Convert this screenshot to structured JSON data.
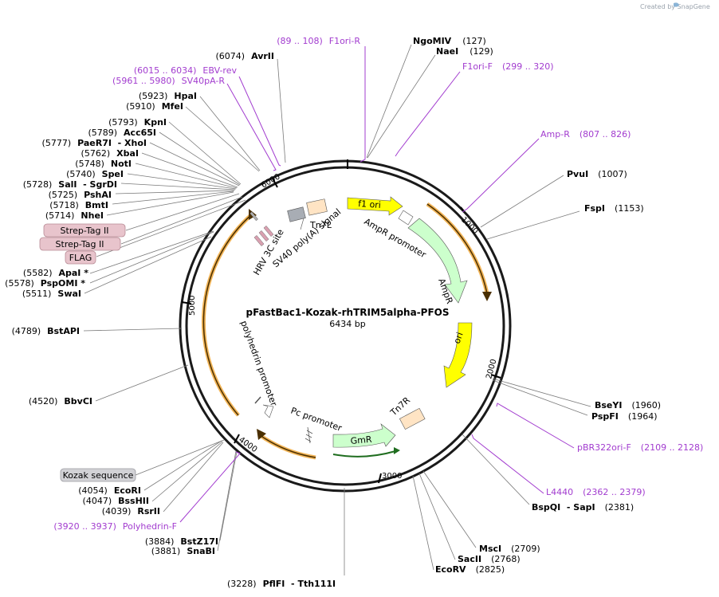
{
  "watermark": "Created by SnapGene",
  "plasmid": {
    "name": "pFastBac1-Kozak-rhTRIM5alpha-PFOS",
    "length": "6434 bp",
    "bp": 6434
  },
  "ticks": [
    {
      "label": "1000",
      "pos": 1000
    },
    {
      "label": "2000",
      "pos": 2000
    },
    {
      "label": "3000",
      "pos": 3000
    },
    {
      "label": "4000",
      "pos": 4000
    },
    {
      "label": "5000",
      "pos": 5000
    },
    {
      "label": "6000",
      "pos": 6000
    }
  ],
  "enzymes": [
    {
      "name": "NgoMIV",
      "pos": "(127)"
    },
    {
      "name": "NaeI",
      "pos": "(129)"
    },
    {
      "name": "PvuI",
      "pos": "(1007)"
    },
    {
      "name": "FspI",
      "pos": "(1153)"
    },
    {
      "name": "BseYI",
      "pos": "(1960)"
    },
    {
      "name": "PspFI",
      "pos": "(1964)"
    },
    {
      "name": "BspQI  - SapI",
      "pos": "(2381)"
    },
    {
      "name": "MscI",
      "pos": "(2709)"
    },
    {
      "name": "SacII",
      "pos": "(2768)"
    },
    {
      "name": "EcoRV",
      "pos": "(2825)"
    },
    {
      "name": "PflFI  - Tth111I",
      "pos": "(3228)"
    },
    {
      "name": "BstZ17I",
      "pos": "(3884)"
    },
    {
      "name": "SnaBI",
      "pos": "(3881)"
    },
    {
      "name": "EcoRI",
      "pos": "(4054)"
    },
    {
      "name": "BssHII",
      "pos": "(4047)"
    },
    {
      "name": "RsrII",
      "pos": "(4039)"
    },
    {
      "name": "BbvCI",
      "pos": "(4520)"
    },
    {
      "name": "BstAPI",
      "pos": "(4789)"
    },
    {
      "name": "ApaI *",
      "pos": "(5582)"
    },
    {
      "name": "PspOMI *",
      "pos": "(5578)"
    },
    {
      "name": "SwaI",
      "pos": "(5511)"
    },
    {
      "name": "NheI",
      "pos": "(5714)"
    },
    {
      "name": "BmtI",
      "pos": "(5718)"
    },
    {
      "name": "PshAI",
      "pos": "(5725)"
    },
    {
      "name": "SalI  - SgrDI",
      "pos": "(5728)"
    },
    {
      "name": "SpeI",
      "pos": "(5740)"
    },
    {
      "name": "NotI",
      "pos": "(5748)"
    },
    {
      "name": "XbaI",
      "pos": "(5762)"
    },
    {
      "name": "PaeR7I  - XhoI",
      "pos": "(5777)"
    },
    {
      "name": "Acc65I",
      "pos": "(5789)"
    },
    {
      "name": "KpnI",
      "pos": "(5793)"
    },
    {
      "name": "MfeI",
      "pos": "(5910)"
    },
    {
      "name": "HpaI",
      "pos": "(5923)"
    },
    {
      "name": "AvrII",
      "pos": "(6074)"
    }
  ],
  "primers": [
    {
      "name": "F1ori-R",
      "range": "(89 .. 108)"
    },
    {
      "name": "F1ori-F",
      "range": "(299 .. 320)"
    },
    {
      "name": "Amp-R",
      "range": "(807 .. 826)"
    },
    {
      "name": "pBR322ori-F",
      "range": "(2109 .. 2128)"
    },
    {
      "name": "L4440",
      "range": "(2362 .. 2379)"
    },
    {
      "name": "Polyhedrin-F",
      "range": "(3920 .. 3937)"
    },
    {
      "name": "SV40pA-R",
      "range": "(5961 .. 5980)"
    },
    {
      "name": "EBV-rev",
      "range": "(6015 .. 6034)"
    }
  ],
  "tags": [
    {
      "name": "Strep-Tag II",
      "color": "#e8c4cc"
    },
    {
      "name": "Strep-Tag II",
      "color": "#e8c4cc"
    },
    {
      "name": "FLAG",
      "color": "#e8c4cc"
    },
    {
      "name": "Kozak sequence",
      "color": "#d2d2d6"
    }
  ],
  "features": [
    {
      "name": "f1 ori",
      "color": "#ffff00"
    },
    {
      "name": "AmpR promoter",
      "color": "#ffffff"
    },
    {
      "name": "AmpR",
      "color": "#ccffcc"
    },
    {
      "name": "ori",
      "color": "#ffff00"
    },
    {
      "name": "Tn7R",
      "color": "#ffe4c4"
    },
    {
      "name": "GmR",
      "color": "#ccffcc"
    },
    {
      "name": "Pc promoter",
      "color": "#ffffff"
    },
    {
      "name": "polyhedrin promoter",
      "color": "#ffffff"
    },
    {
      "name": "HRV 3C site",
      "color": "#d9a0b0"
    },
    {
      "name": "SV40 poly(A) signal",
      "color": "#a8adb4"
    },
    {
      "name": "Tn7L",
      "color": "#ffe4c4"
    }
  ],
  "colors": {
    "primer": "#a23ccf",
    "orf_orange": "#f2b558",
    "orf_dark": "#4a2f00",
    "backbone": "#1a1a1a"
  }
}
